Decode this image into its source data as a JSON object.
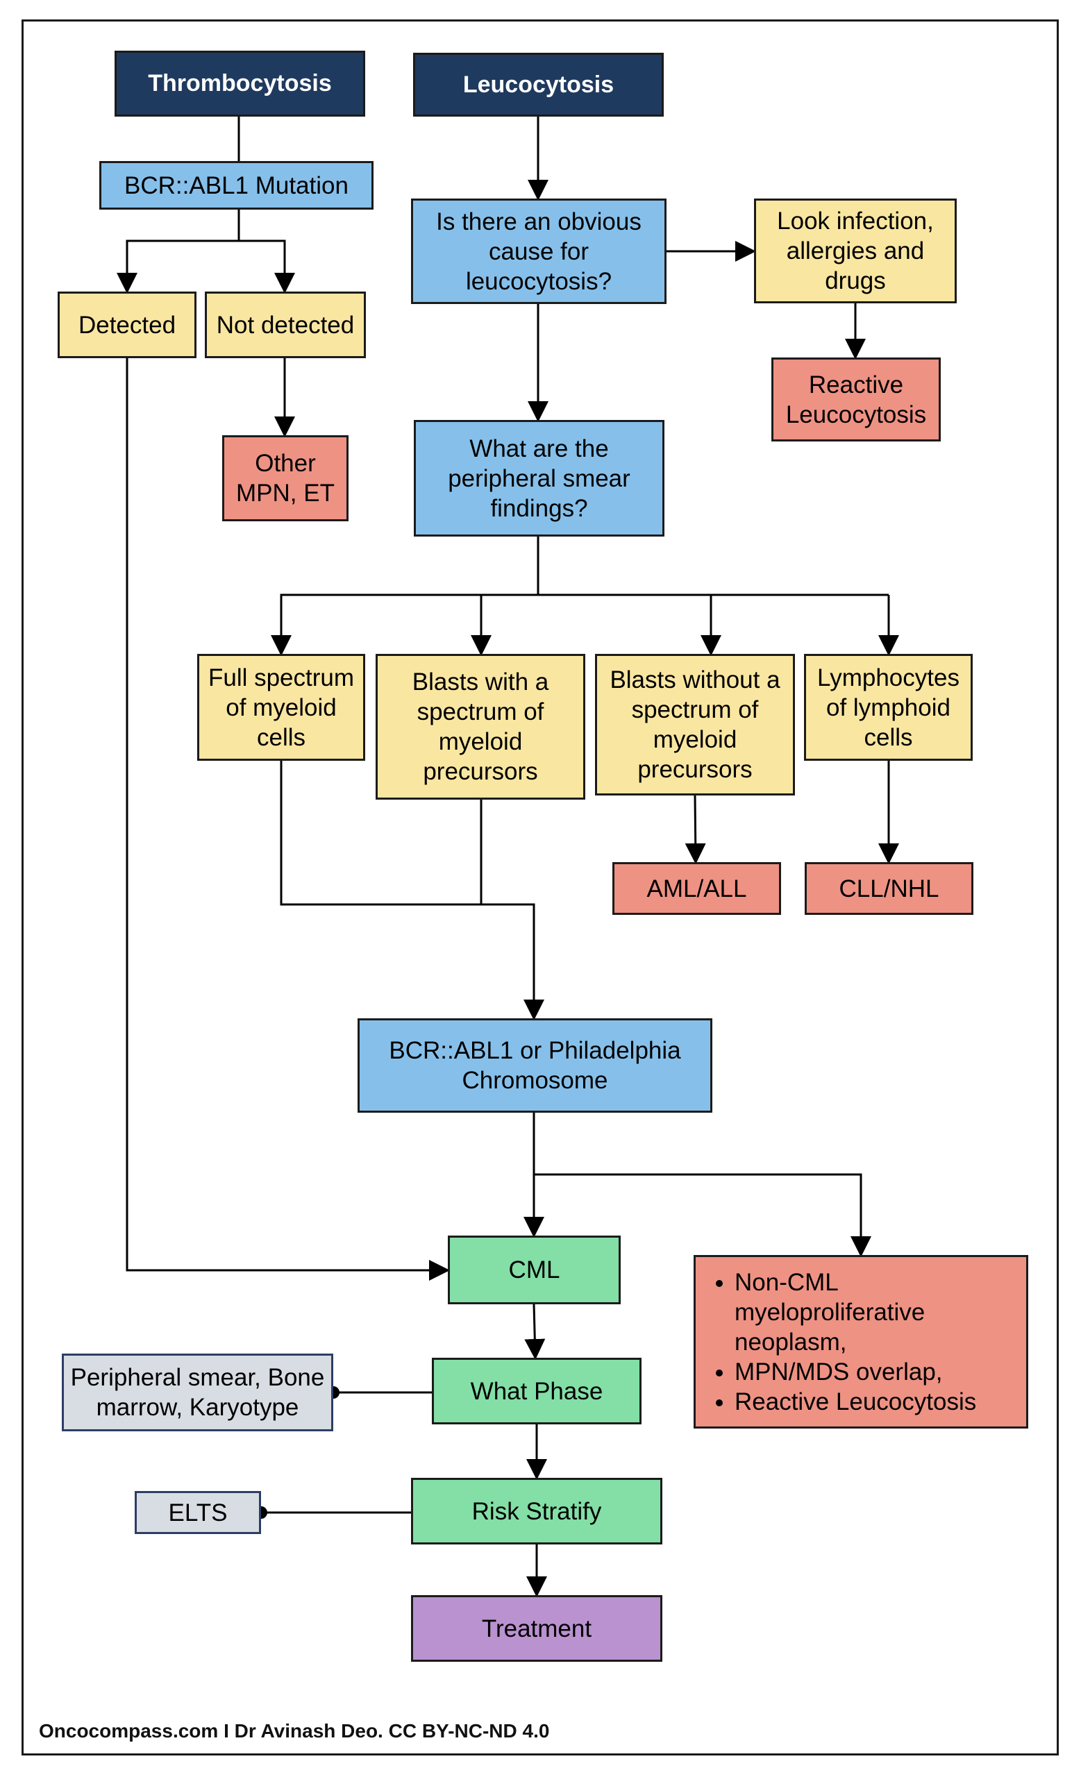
{
  "nodes": {
    "thrombocytosis": "Thrombocytosis",
    "leucocytosis": "Leucocytosis",
    "bcr_abl1_mutation": "BCR::ABL1 Mutation",
    "detected": "Detected",
    "not_detected": "Not detected",
    "other_mpn_et": "Other MPN, ET",
    "obvious_cause": "Is there an obvious cause for leucocytosis?",
    "look_infection": "Look infection, allergies and drugs",
    "reactive_leucocytosis": "Reactive Leucocytosis",
    "peripheral_smear_findings": "What are the peripheral smear findings?",
    "full_spectrum": "Full spectrum of myeloid cells",
    "blasts_with": "Blasts with a spectrum of myeloid precursors",
    "blasts_without": "Blasts without a spectrum of myeloid precursors",
    "lymphocytes": "Lymphocytes of lymphoid cells",
    "aml_all": "AML/ALL",
    "cll_nhl": "CLL/NHL",
    "bcr_abl1_ph": "BCR::ABL1 or Philadelphia Chromosome",
    "cml": "CML",
    "non_cml_items": [
      "Non-CML myeloproliferative neoplasm,",
      "MPN/MDS overlap,",
      "Reactive Leucocytosis"
    ],
    "peripheral_smear_bone": "Peripheral smear, Bone marrow, Karyotype",
    "what_phase": "What Phase",
    "elts": "ELTS",
    "risk_stratify": "Risk Stratify",
    "treatment": "Treatment"
  },
  "footer": "Oncocompass.com I Dr Avinash Deo. CC BY-NC-ND 4.0",
  "colors": {
    "navy": "#1f3a5f",
    "blue": "#86c0ea",
    "yellow": "#f9e6a1",
    "red": "#ee9284",
    "green": "#83dfa6",
    "gray": "#d8dde3",
    "purple": "#ba92cf"
  }
}
